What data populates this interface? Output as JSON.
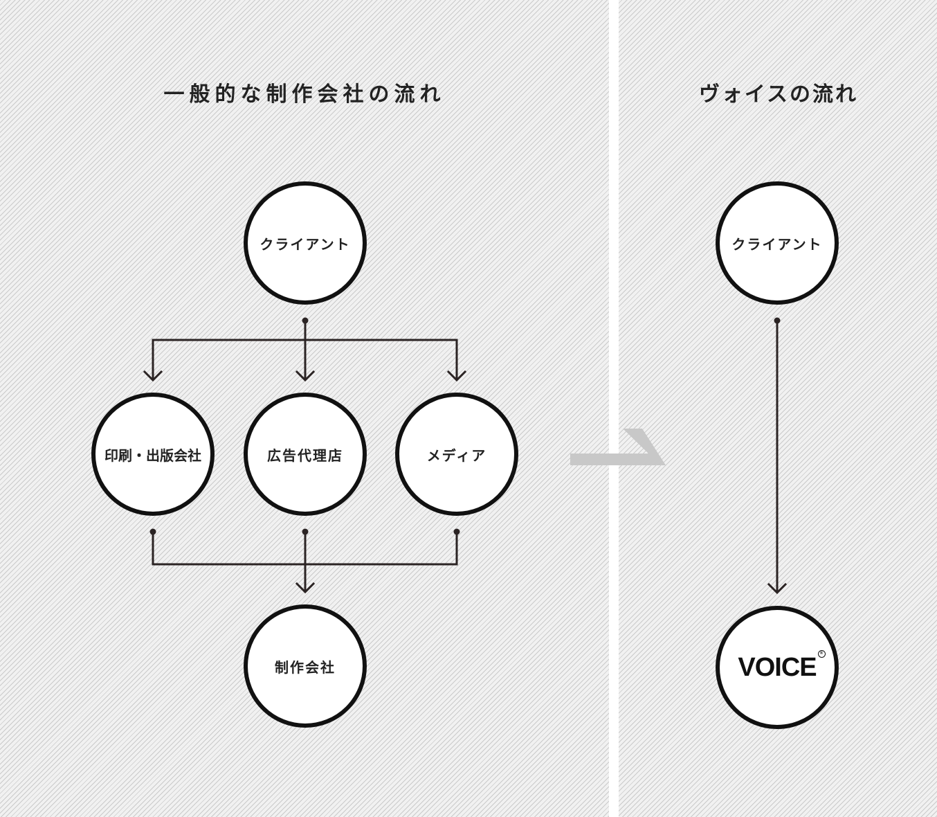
{
  "panels": {
    "left_title": "一般的な制作会社の流れ",
    "right_title": "ヴォイスの流れ"
  },
  "left_flow": {
    "client": "クライアント",
    "intermediaries": [
      "印刷・出版会社",
      "広告代理店",
      "メディア"
    ],
    "production": "制作会社"
  },
  "right_flow": {
    "client": "クライアント",
    "logo_text": "VOICE",
    "logo_mark": "®"
  },
  "colors": {
    "line": "#2b2424",
    "node_border": "#111111",
    "transition_arrow": "#c8c8c8"
  },
  "icons": [
    "transition-arrow-icon",
    "registered-mark-icon"
  ]
}
